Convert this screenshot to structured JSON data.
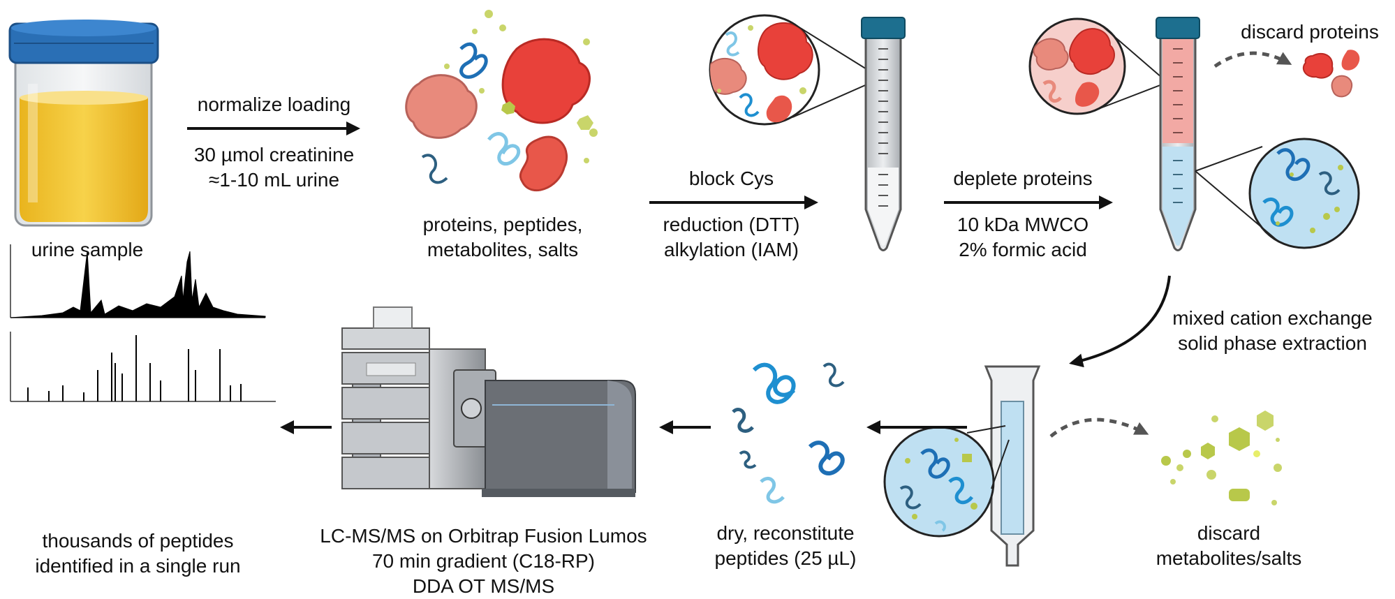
{
  "steps": {
    "urine": {
      "label": "urine sample"
    },
    "normalize": {
      "title": "normalize loading",
      "line1": "30 µmol creatinine",
      "line2": "≈1-10 mL urine"
    },
    "mixture": {
      "line1": "proteins, peptides,",
      "line2": "metabolites, salts"
    },
    "block": {
      "title": "block Cys",
      "line1": "reduction (DTT)",
      "line2": "alkylation (IAM)"
    },
    "deplete": {
      "title": "deplete proteins",
      "line1": "10 kDa MWCO",
      "line2": "2% formic acid"
    },
    "discard_proteins": {
      "label": "discard proteins"
    },
    "spe": {
      "line1": "mixed cation exchange",
      "line2": "solid phase extraction"
    },
    "discard_metabolites": {
      "line1": "discard",
      "line2": "metabolites/salts"
    },
    "dry": {
      "line1": "dry, reconstitute",
      "line2": "peptides (25 µL)"
    },
    "lcms": {
      "line1": "LC-MS/MS on Orbitrap Fusion Lumos",
      "line2": "70 min gradient (C18-RP)",
      "line3": "DDA OT MS/MS"
    },
    "result": {
      "line1": "thousands of peptides",
      "line2": "identified in a single run"
    }
  },
  "colors": {
    "cap_blue": "#2a6fb5",
    "urine_yellow": "#f4c430",
    "protein_red": "#e8413a",
    "protein_pink": "#e88a7c",
    "peptide_blue": "#1e8fd0",
    "peptide_light": "#7fc6e6",
    "metabolite_green": "#b8c84a",
    "tube_red": "#f2a9a4",
    "tube_blue": "#bfe0f2",
    "instrument_gray": "#6b6f75",
    "arrow": "#111111",
    "dashed_arrow": "#555555"
  }
}
